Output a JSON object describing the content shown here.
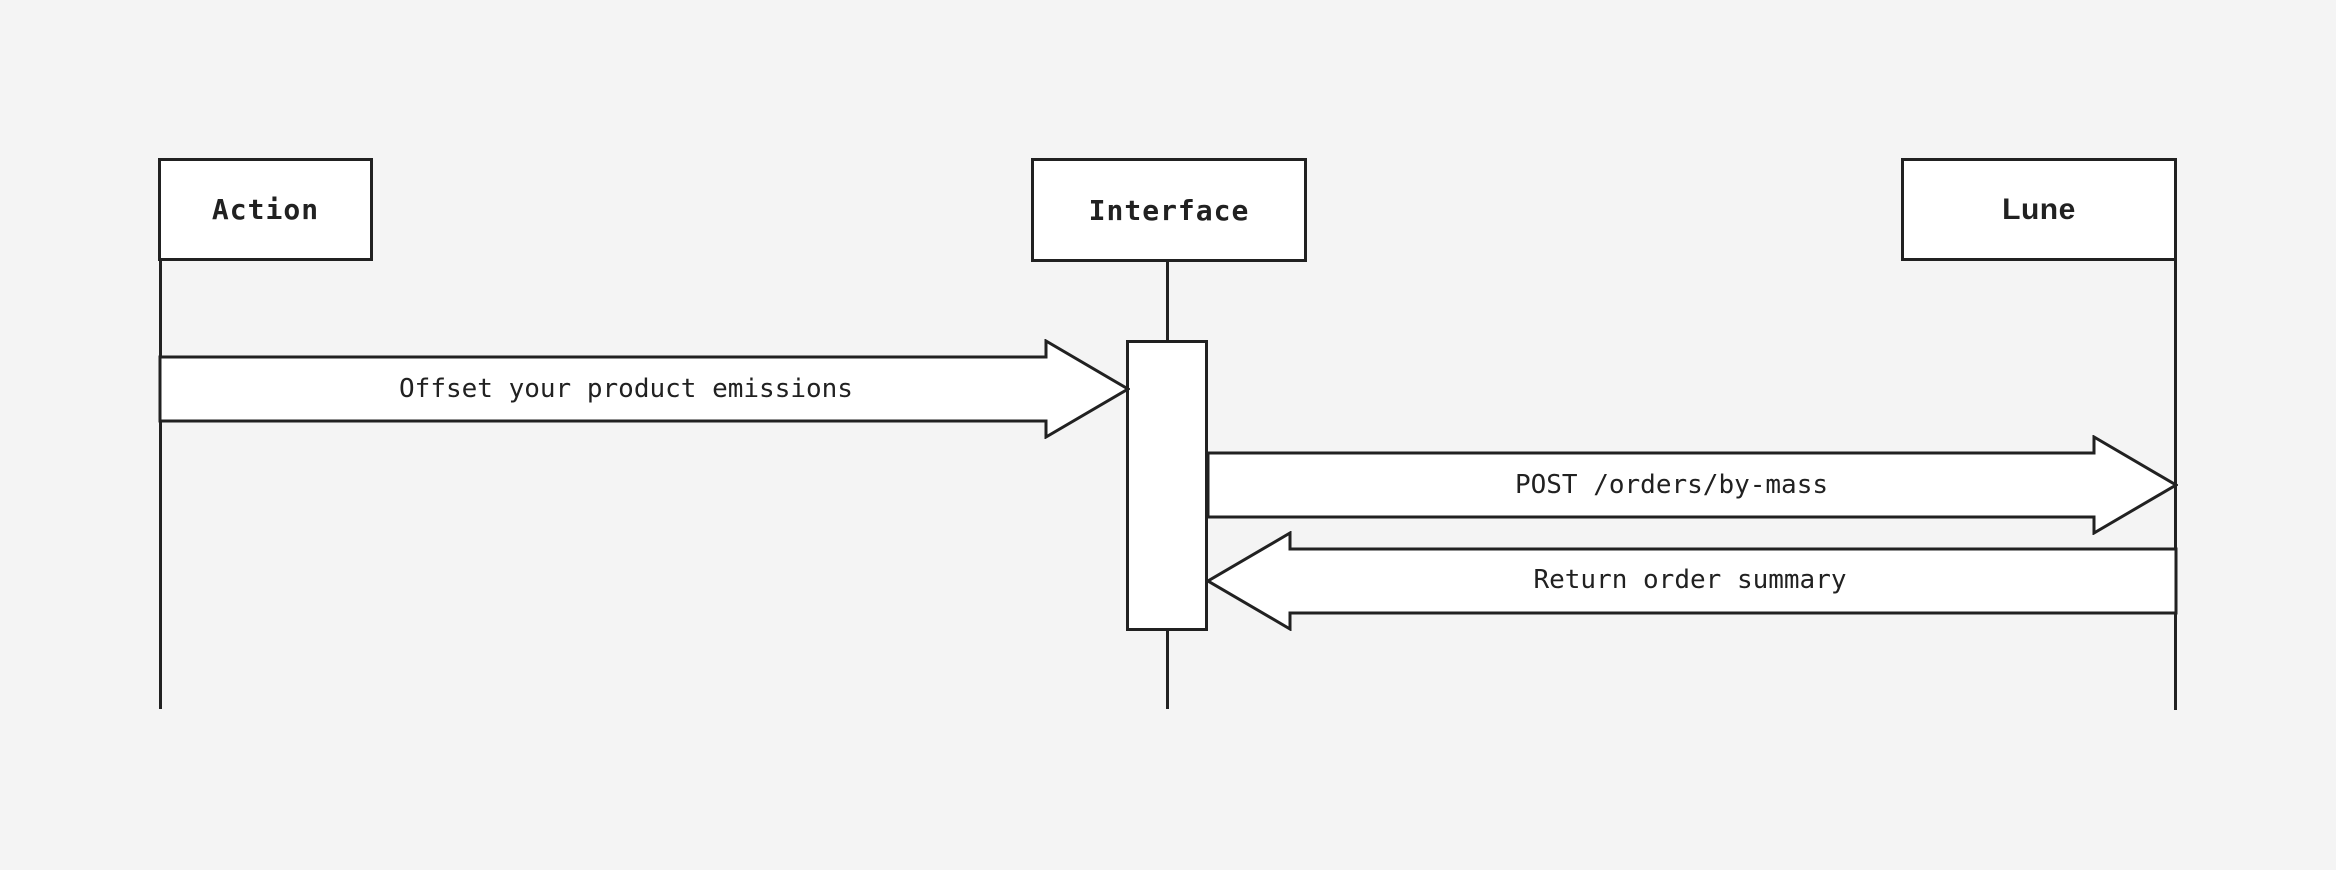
{
  "diagram": {
    "type": "sequence-diagram",
    "colors": {
      "background": "#f4f4f4",
      "stroke": "#212121",
      "fill": "#ffffff"
    },
    "actors": [
      {
        "name": "Action"
      },
      {
        "name": "Interface"
      },
      {
        "name": "Lune"
      }
    ],
    "messages": [
      {
        "from": "Action",
        "to": "Interface",
        "direction": "right",
        "label": "Offset your product emissions"
      },
      {
        "from": "Interface",
        "to": "Lune",
        "direction": "right",
        "label": "POST /orders/by-mass"
      },
      {
        "from": "Lune",
        "to": "Interface",
        "direction": "left",
        "label": "Return order summary"
      }
    ]
  }
}
